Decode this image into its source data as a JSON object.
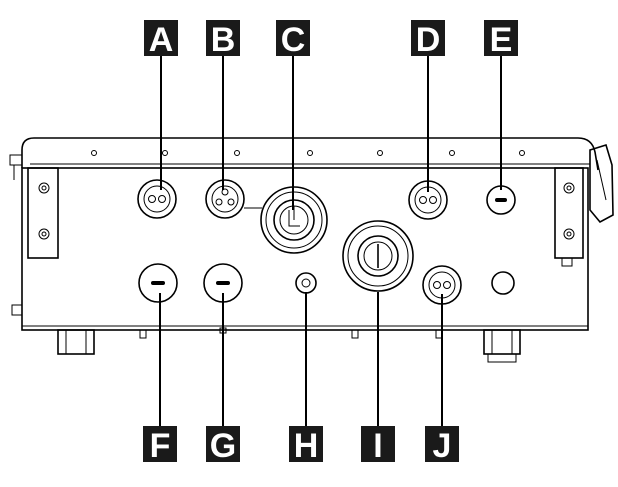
{
  "labels": {
    "a": "A",
    "b": "B",
    "c": "C",
    "d": "D",
    "e": "E",
    "f": "F",
    "g": "G",
    "h": "H",
    "i": "I",
    "j": "J"
  },
  "colors": {
    "ink": "#000000",
    "label_bg": "#1a1a1a",
    "label_text": "#ffffff",
    "paper": "#ffffff"
  }
}
